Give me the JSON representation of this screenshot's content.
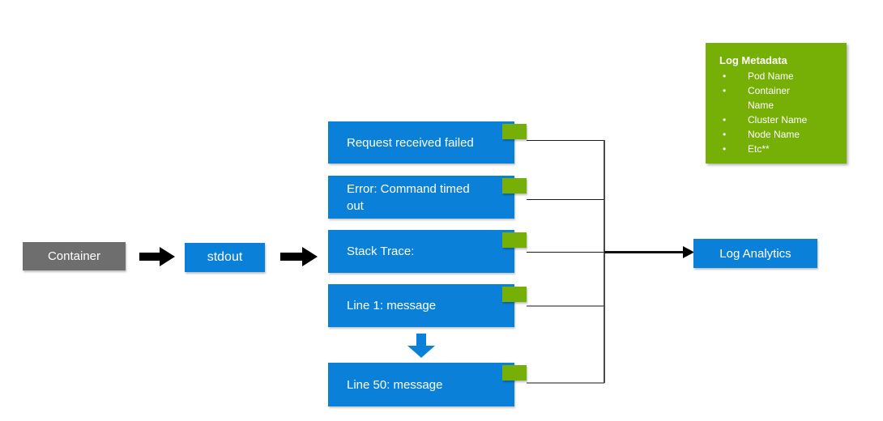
{
  "diagram": {
    "container_label": "Container",
    "stdout_label": "stdout",
    "log_analytics_label": "Log Analytics",
    "messages": [
      {
        "label": "Request received failed"
      },
      {
        "label": "Error: Command timed out"
      },
      {
        "label": "Stack Trace:"
      },
      {
        "label": "Line 1: message"
      },
      {
        "label": "Line 50: message"
      }
    ],
    "metadata": {
      "title": "Log Metadata",
      "items": [
        {
          "label": "Pod Name"
        },
        {
          "label": "Container Name"
        },
        {
          "label": "Cluster Name"
        },
        {
          "label": "Node Name"
        },
        {
          "label": "Etc**"
        }
      ]
    },
    "colors": {
      "blue": "#0b80d8",
      "green": "#76b007",
      "gray": "#6e6e6e"
    }
  }
}
